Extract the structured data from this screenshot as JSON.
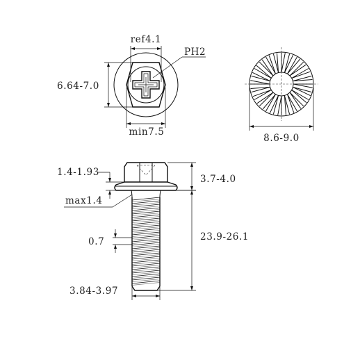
{
  "drawing": {
    "top_view": {
      "head_width_label": "ref4.1",
      "drive_label": "PH2",
      "across_flats_label": "6.64-7.0",
      "across_corners_label": "min7.5"
    },
    "bottom_view": {
      "flange_diameter_label": "8.6-9.0"
    },
    "side_view": {
      "flange_thickness_label": "1.4-1.93",
      "head_height_label": "3.7-4.0",
      "underhead_radius_label": "max1.4",
      "thread_pitch_label": "0.7",
      "length_label": "23.9-26.1",
      "thread_diameter_label": "3.84-3.97"
    }
  }
}
